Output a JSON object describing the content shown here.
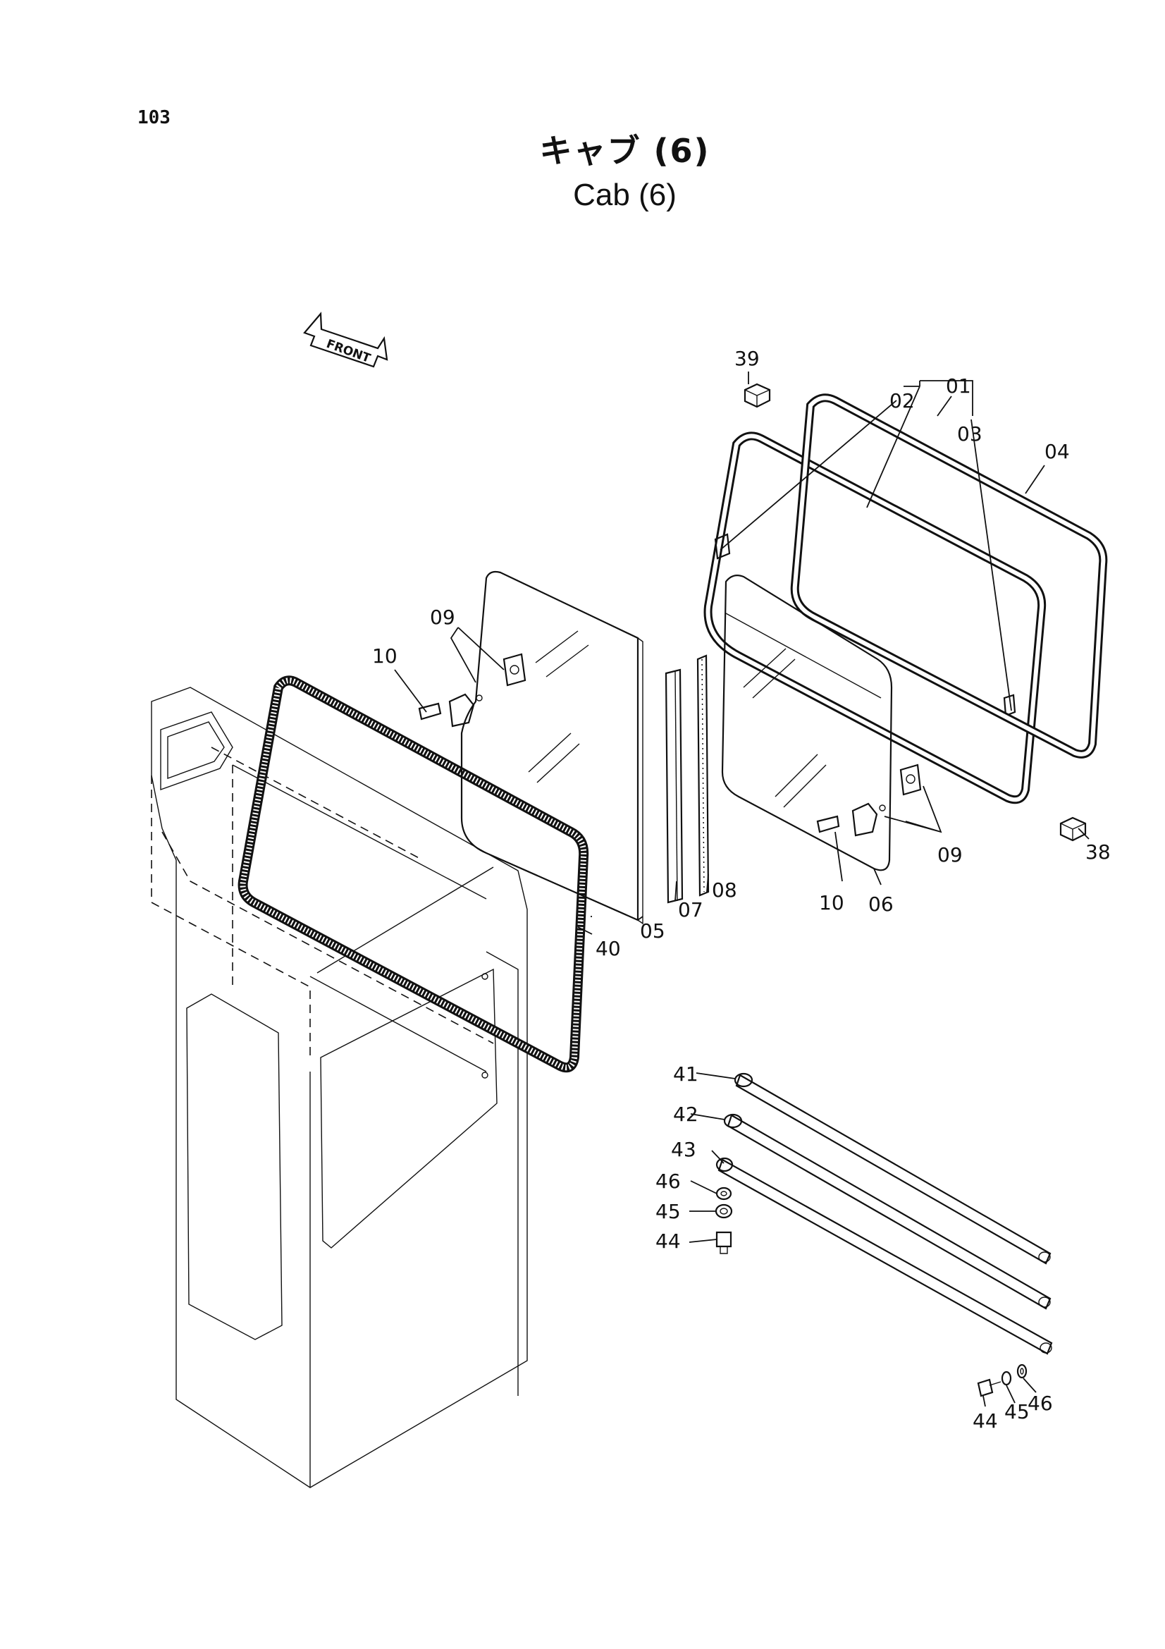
{
  "page_number": "103",
  "title_ja": "キャブ (6)",
  "title_en": "Cab (6)",
  "front_label": "FRONT",
  "callouts": {
    "c01": "01",
    "c02": "02",
    "c03": "03",
    "c04": "04",
    "c05": "05",
    "c06": "06",
    "c07": "07",
    "c08": "08",
    "c09a": "09",
    "c09b": "09",
    "c10a": "10",
    "c10b": "10",
    "c38": "38",
    "c39": "39",
    "c40": "40",
    "c41": "41",
    "c42": "42",
    "c43": "43",
    "c44a": "44",
    "c45a": "45",
    "c46a": "46",
    "c44b": "44",
    "c45b": "45",
    "c46b": "46"
  }
}
